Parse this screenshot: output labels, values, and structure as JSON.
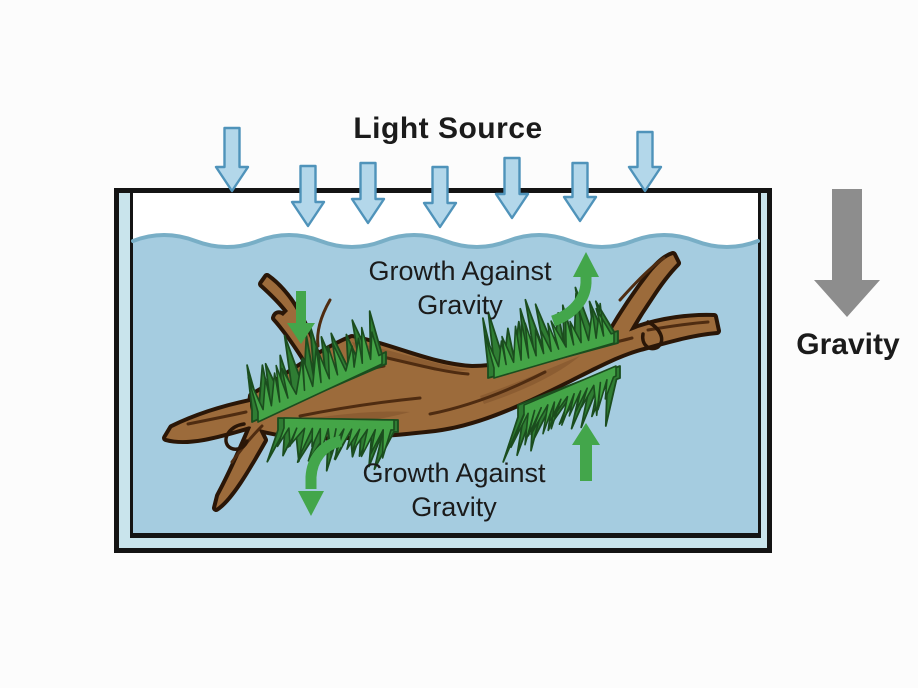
{
  "diagram": {
    "title": "Light Source",
    "side_label": "Gravity",
    "growth_label_upper": {
      "line1": "Growth Against",
      "line2": "Gravity"
    },
    "growth_label_lower": {
      "line1": "Growth Against",
      "line2": "Gravity"
    },
    "light_ray_count": 7
  },
  "icons": {
    "light_rays": "light-ray-arrow-down",
    "gravity": "gravity-arrow-down",
    "growth_up": "growth-arrow-up",
    "growth_down": "growth-arrow-down",
    "tank": "aquarium-tank",
    "plant": "driftwood-with-moss"
  },
  "palette": {
    "text": "#1b1b1b",
    "water": "#a5cce0",
    "wave": "#78aec6",
    "glass": "#c9e4ec",
    "tank_border": "#141414",
    "light_arrow_fill": "#b3d7ea",
    "light_arrow_edge": "#4f93ba",
    "growth_arrow": "#43a64b",
    "gravity_arrow": "#8d8d8d",
    "wood_fill": "#9c6b3b",
    "wood_dark": "#7b4d27",
    "wood_grain": "#4f2c11",
    "wood_outline": "#2a1607",
    "grass_front": "#44a547",
    "grass_back": "#2f7d33",
    "grass_outline": "#1b4d1e"
  }
}
